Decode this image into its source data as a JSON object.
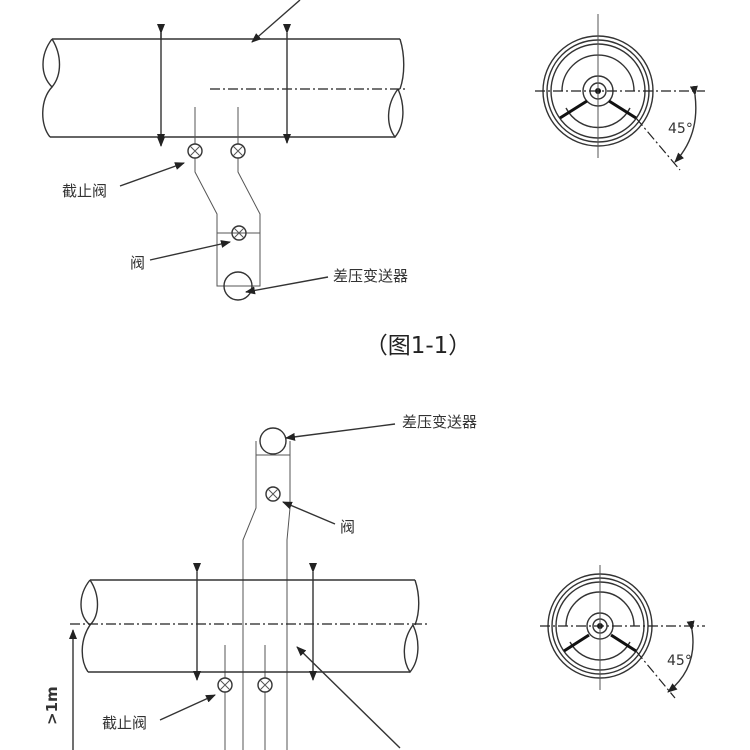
{
  "labels": {
    "stop_valve": "截止阀",
    "valve": "阀",
    "dp_transmitter": "差压变送器",
    "caption": "（图1-1）",
    "angle": "45°",
    "height": ">1m"
  }
}
